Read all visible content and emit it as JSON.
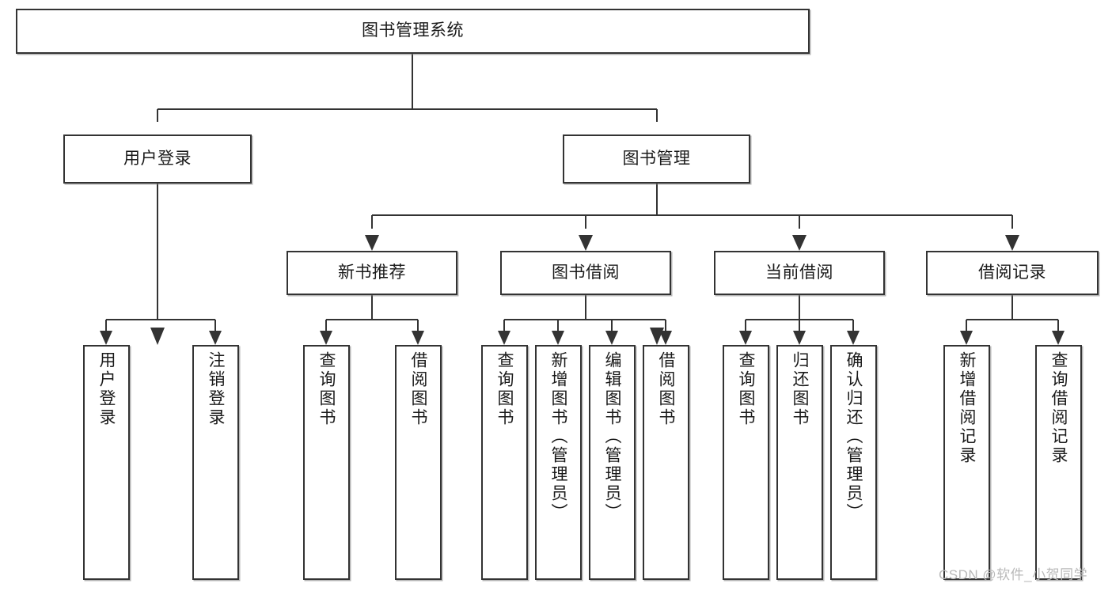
{
  "diagram": {
    "type": "tree-hierarchy-chart",
    "title": "图书管理系统",
    "watermark": "CSDN @软件_小贺同学",
    "colors": {
      "box_border": "#333333",
      "box_fill": "#ffffff",
      "connector": "#333333",
      "text": "#1a1a1a",
      "watermark": "#b9b9b9",
      "background": "#ffffff"
    },
    "levels": [
      {
        "level": 1,
        "nodes": [
          {
            "id": "root",
            "label": "图书管理系统",
            "orientation": "horizontal"
          }
        ]
      },
      {
        "level": 2,
        "nodes": [
          {
            "id": "user-login",
            "label": "用户登录",
            "orientation": "horizontal",
            "parent": "root"
          },
          {
            "id": "book-manage",
            "label": "图书管理",
            "orientation": "horizontal",
            "parent": "root"
          }
        ]
      },
      {
        "level": 3,
        "nodes": [
          {
            "id": "new-book-rec",
            "label": "新书推荐",
            "orientation": "horizontal",
            "parent": "book-manage"
          },
          {
            "id": "book-borrow",
            "label": "图书借阅",
            "orientation": "horizontal",
            "parent": "book-manage"
          },
          {
            "id": "current-borrow",
            "label": "当前借阅",
            "orientation": "horizontal",
            "parent": "book-manage"
          },
          {
            "id": "borrow-record",
            "label": "借阅记录",
            "orientation": "horizontal",
            "parent": "book-manage"
          }
        ]
      },
      {
        "level": 4,
        "nodes": [
          {
            "id": "leaf-user-login",
            "label": "用户登录",
            "orientation": "vertical",
            "parent": "user-login"
          },
          {
            "id": "leaf-logout",
            "label": "注销登录",
            "orientation": "vertical",
            "parent": "user-login"
          },
          {
            "id": "leaf-query-book-1",
            "label": "查询图书",
            "orientation": "vertical",
            "parent": "new-book-rec"
          },
          {
            "id": "leaf-borrow-book-1",
            "label": "借阅图书",
            "orientation": "vertical",
            "parent": "new-book-rec"
          },
          {
            "id": "leaf-query-book-2",
            "label": "查询图书",
            "orientation": "vertical",
            "parent": "book-borrow"
          },
          {
            "id": "leaf-add-book",
            "label": "新增图书（管理员）",
            "orientation": "vertical",
            "parent": "book-borrow"
          },
          {
            "id": "leaf-edit-book",
            "label": "编辑图书（管理员）",
            "orientation": "vertical",
            "parent": "book-borrow"
          },
          {
            "id": "leaf-borrow-book-2",
            "label": "借阅图书",
            "orientation": "vertical",
            "parent": "book-borrow"
          },
          {
            "id": "leaf-query-book-3",
            "label": "查询图书",
            "orientation": "vertical",
            "parent": "current-borrow"
          },
          {
            "id": "leaf-return-book",
            "label": "归还图书",
            "orientation": "vertical",
            "parent": "current-borrow"
          },
          {
            "id": "leaf-confirm-return",
            "label": "确认归还（管理员）",
            "orientation": "vertical",
            "parent": "current-borrow"
          },
          {
            "id": "leaf-add-record",
            "label": "新增借阅记录",
            "orientation": "vertical",
            "parent": "borrow-record"
          },
          {
            "id": "leaf-query-record",
            "label": "查询借阅记录",
            "orientation": "vertical",
            "parent": "borrow-record"
          }
        ]
      }
    ]
  }
}
